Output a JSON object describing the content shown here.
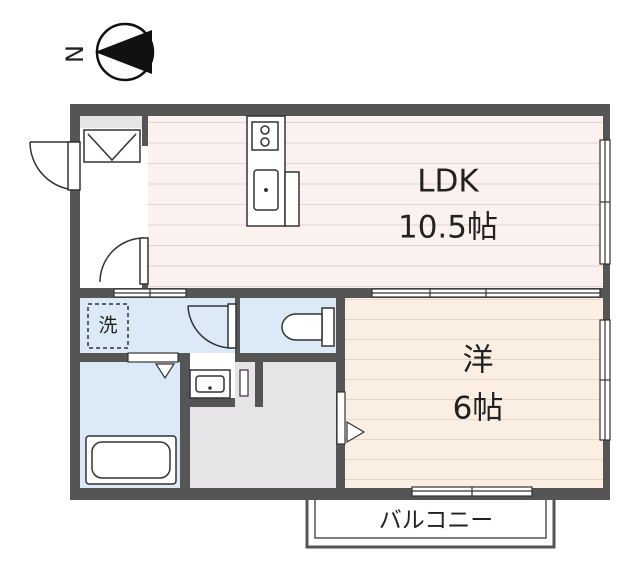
{
  "compass": {
    "north_label": "N"
  },
  "rooms": {
    "ldk": {
      "name": "LDK",
      "size": "10.5帖"
    },
    "western": {
      "name": "洋",
      "size": "6帖"
    },
    "washer": {
      "label": "洗"
    },
    "balcony": {
      "label": "バルコニー"
    }
  },
  "colors": {
    "wall": "#555555",
    "ldk_floor": "#fbf1ef",
    "western_floor": "#fbeee2",
    "wet_area": "#dce9f6",
    "storage": "#e6e4e6",
    "floor_lines": "#dccfcc"
  }
}
